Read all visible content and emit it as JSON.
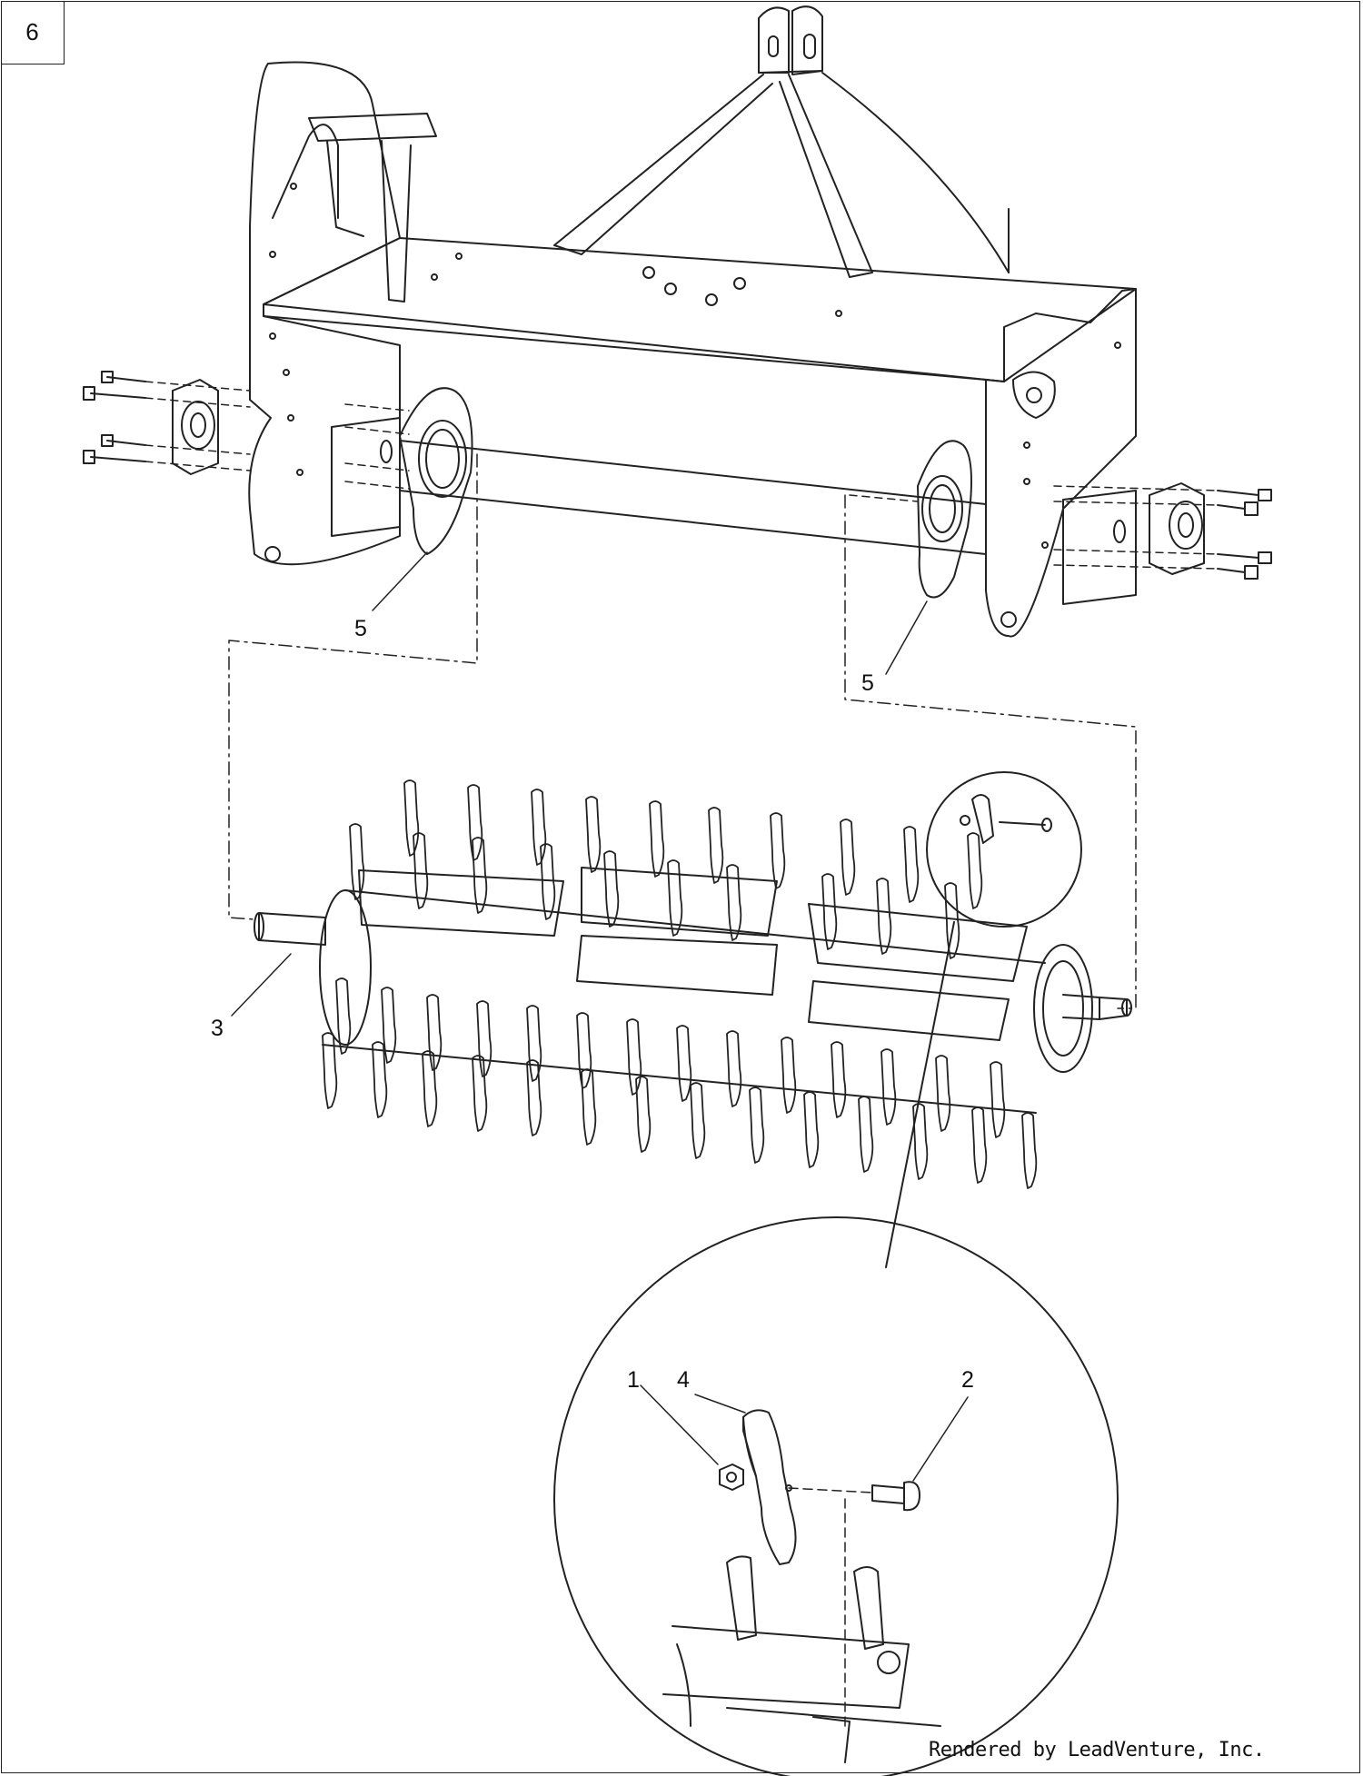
{
  "page": {
    "number": "6"
  },
  "callouts": [
    {
      "id": "1",
      "part": "nut"
    },
    {
      "id": "2",
      "part": "bolt"
    },
    {
      "id": "3",
      "part": "rotor shaft"
    },
    {
      "id": "4",
      "part": "tine"
    },
    {
      "id": "5",
      "part": "side plate"
    }
  ],
  "credit": "Rendered by LeadVenture, Inc.",
  "colors": {
    "line": "#222222",
    "background": "#ffffff"
  }
}
